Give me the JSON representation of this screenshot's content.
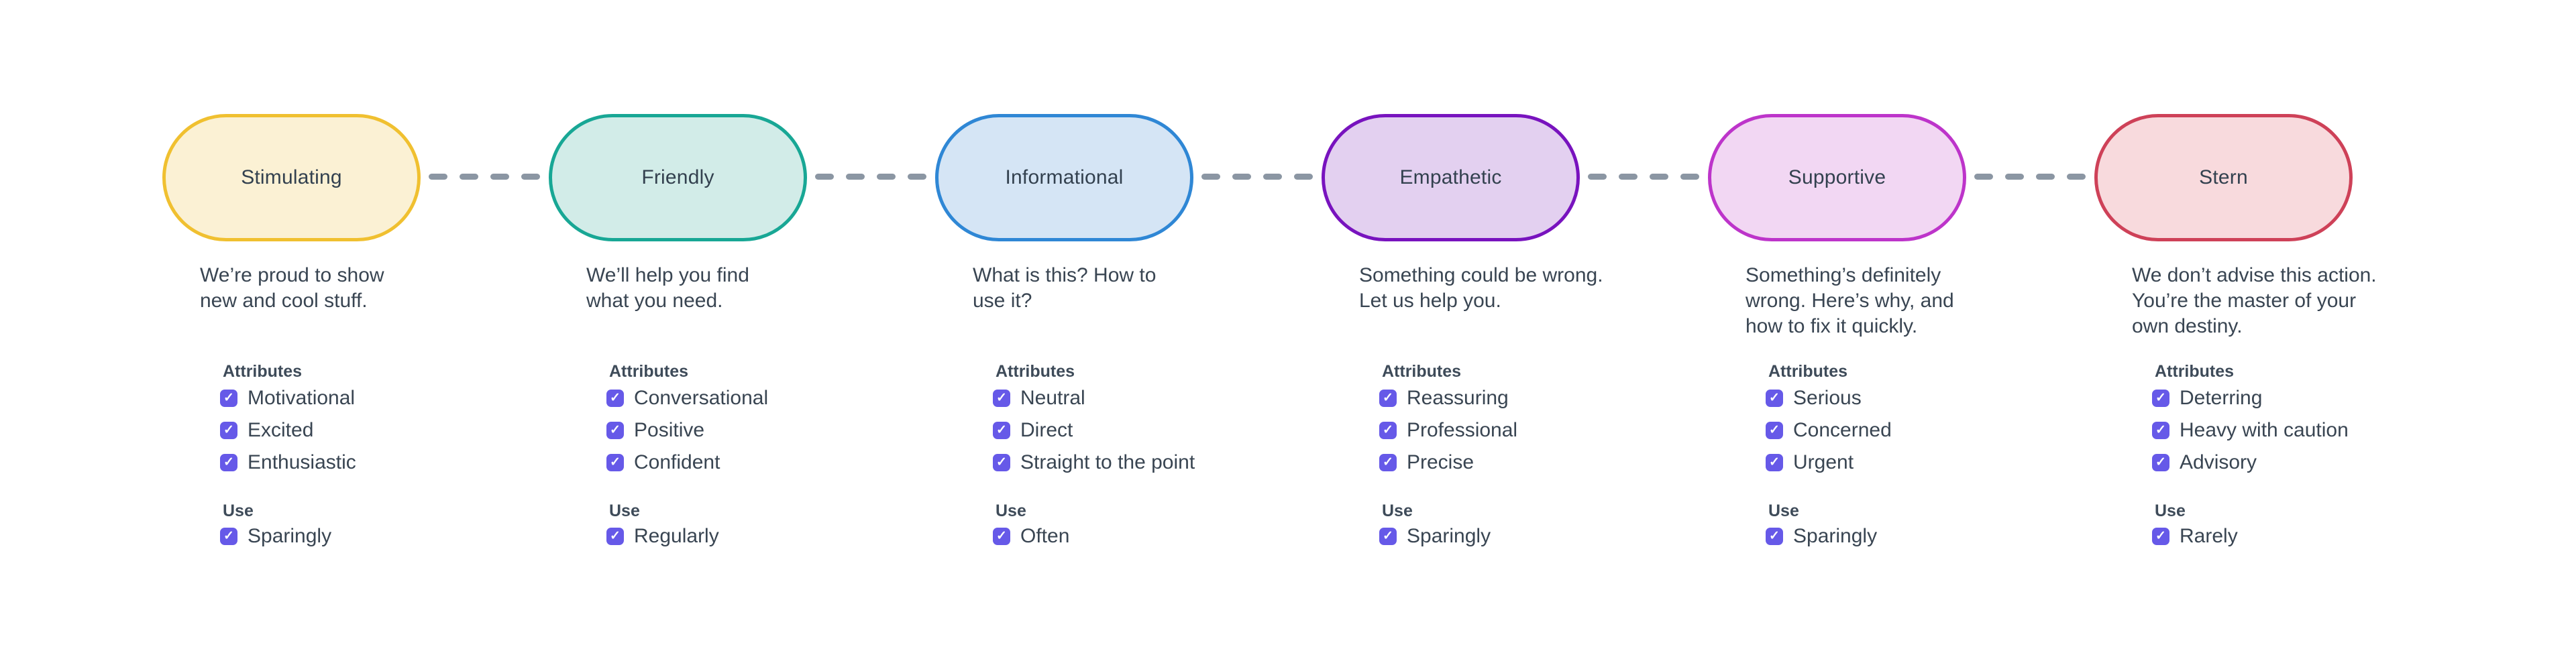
{
  "diagram": {
    "background": "#FFFFFF",
    "text_color": "#394552",
    "heading_color": "#3E4B59",
    "connector_color": "#8B96A3",
    "checkbox_color": "#6659E8",
    "check_glyph": "✓",
    "attributes_heading": "Attributes",
    "use_heading": "Use"
  },
  "tones": [
    {
      "name": "Stimulating",
      "border": "#F0C030",
      "fill": "#FBF1D4",
      "description": "We’re proud to show\nnew and cool stuff.",
      "attributes": [
        "Motivational",
        "Excited",
        "Enthusiastic"
      ],
      "use": "Sparingly"
    },
    {
      "name": "Friendly",
      "border": "#18A795",
      "fill": "#D2ECE8",
      "description": "We’ll help you find\nwhat you need.",
      "attributes": [
        "Conversational",
        "Positive",
        "Confident"
      ],
      "use": "Regularly"
    },
    {
      "name": "Informational",
      "border": "#2F87D5",
      "fill": "#D5E5F5",
      "description": "What is this? How to\nuse it?",
      "attributes": [
        "Neutral",
        "Direct",
        "Straight to the point"
      ],
      "use": "Often"
    },
    {
      "name": "Empathetic",
      "border": "#7813BE",
      "fill": "#E3D0F0",
      "description": "Something could be wrong.\nLet us help you.",
      "attributes": [
        "Reassuring",
        "Professional",
        "Precise"
      ],
      "use": "Sparingly"
    },
    {
      "name": "Supportive",
      "border": "#BD34CA",
      "fill": "#F2D7F3",
      "description": "Something’s definitely\nwrong. Here’s why, and\nhow to fix it quickly.",
      "attributes": [
        "Serious",
        "Concerned",
        "Urgent"
      ],
      "use": "Sparingly"
    },
    {
      "name": "Stern",
      "border": "#CE4158",
      "fill": "#F8DADD",
      "description": "We don’t advise this action.\nYou’re the master of your\nown destiny.",
      "attributes": [
        "Deterring",
        "Heavy with caution",
        "Advisory"
      ],
      "use": "Rarely"
    }
  ]
}
